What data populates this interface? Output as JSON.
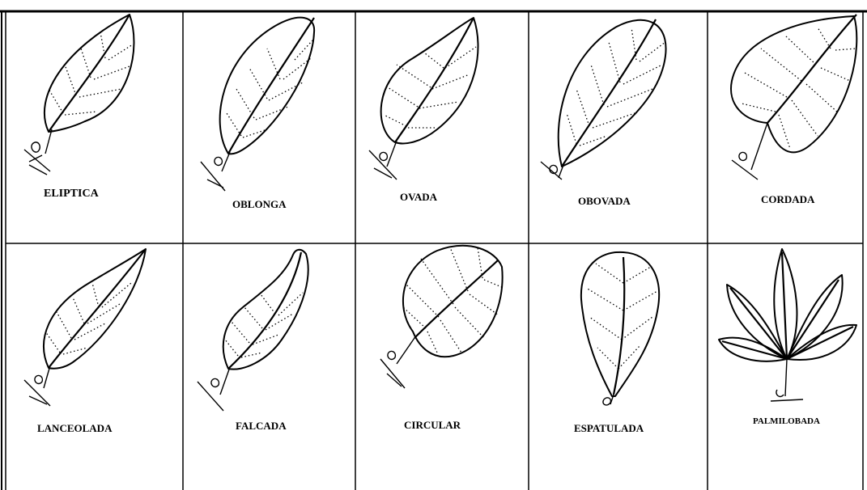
{
  "leaves": [
    {
      "name": "ELIPTICA"
    },
    {
      "name": "OBLONGA"
    },
    {
      "name": "OVADA"
    },
    {
      "name": "OBOVADA"
    },
    {
      "name": "CORDADA"
    },
    {
      "name": "LANCEOLADA"
    },
    {
      "name": "FALCADA"
    },
    {
      "name": "CIRCULAR"
    },
    {
      "name": "ESPATULADA"
    },
    {
      "name": "PALMILOBADA"
    }
  ]
}
